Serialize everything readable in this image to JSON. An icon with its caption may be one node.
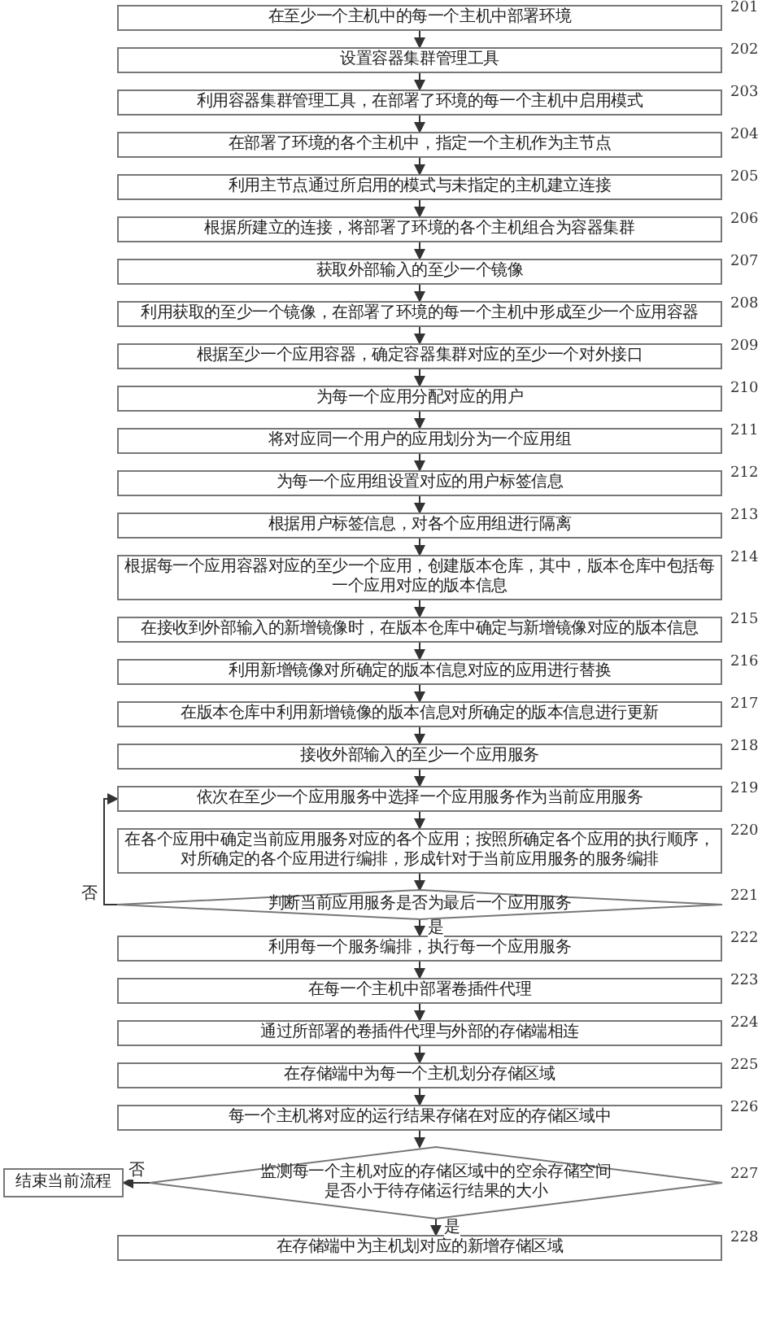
{
  "diagram": {
    "nodes": [
      {
        "text": [
          "在至少一个主机中的每一个主机中部署环境"
        ],
        "beside": [
          "201"
        ]
      },
      {
        "text": [
          "设置容器集群管理工具"
        ],
        "beside": [
          "202"
        ]
      },
      {
        "text": [
          "利用容器集群管理工具，在部署了环境的每一个主机中启用模式"
        ],
        "beside": [
          "203"
        ]
      },
      {
        "text": [
          "在部署了环境的各个主机中，指定一个主机作为主节点"
        ],
        "beside": [
          "204"
        ]
      },
      {
        "text": [
          "利用主节点通过所启用的模式与未指定的主机建立连接"
        ],
        "beside": [
          "205"
        ]
      },
      {
        "text": [
          "根据所建立的连接，将部署了环境的各个主机组合为容器集群"
        ],
        "beside": [
          "206"
        ]
      },
      {
        "text": [
          "获取外部输入的至少一个镜像"
        ],
        "beside": [
          "207"
        ]
      },
      {
        "text": [
          "利用获取的至少一个镜像，在部署了环境的每一个主机中形成至少一个应用容器"
        ],
        "beside": [
          "208"
        ]
      },
      {
        "text": [
          "根据至少一个应用容器，确定容器集群对应的至少一个对外接口"
        ],
        "beside": [
          "209"
        ]
      },
      {
        "text": [
          "为每一个应用分配对应的用户"
        ],
        "beside": [
          "210"
        ]
      },
      {
        "text": [
          "将对应同一个用户的应用划分为一个应用组"
        ],
        "beside": [
          "211"
        ]
      },
      {
        "text": [
          "为每一个应用组设置对应的用户标签信息"
        ],
        "beside": [
          "212"
        ]
      },
      {
        "text": [
          "根据用户标签信息，对各个应用组进行隔离"
        ],
        "beside": [
          "213"
        ]
      },
      {
        "text": [
          "根据每一个应用容器对应的至少一个应用，创建版本仓库，其中，版本仓库中包括每一个应用对应的版本信息"
        ],
        "beside": [
          "214"
        ]
      },
      {
        "text": [
          "在接收到外部输入的新增镜像时，在版本仓库中确定与新增镜像对应的版本信息"
        ],
        "beside": [
          "215"
        ]
      },
      {
        "text": [
          "利用新增镜像对所确定的版本信息对应的应用进行替换"
        ],
        "beside": [
          "216"
        ]
      },
      {
        "text": [
          "在版本仓库中利用新增镜像的版本信息对所确定的版本信息进行更新"
        ],
        "beside": [
          "217"
        ]
      },
      {
        "text": [
          "接收外部输入的至少一个应用服务"
        ],
        "beside": [
          "218"
        ]
      },
      {
        "text": [
          "依次在至少一个应用服务中选择一个应用服务作为当前应用服务"
        ],
        "beside": [
          "219"
        ]
      },
      {
        "text": [
          "在各个应用中确定当前应用服务对应的各个应用；按照所确定各个应用的执行顺序，对所确定的各个应用进行编排，形成针对于当前应用服务的服务编排"
        ],
        "beside": [
          "220"
        ]
      },
      {
        "text": [
          "判断当前应用服务是否为最后一个应用服务"
        ],
        "beside": [
          "221"
        ]
      },
      {
        "text": [
          "利用每一个服务编排，执行每一个应用服务"
        ],
        "beside": [
          "222"
        ]
      },
      {
        "text": [
          "在每一个主机中部署卷插件代理"
        ],
        "beside": [
          "223"
        ]
      },
      {
        "text": [
          "通过所部署的卷插件代理与外部的存储端相连"
        ],
        "beside": [
          "224"
        ]
      },
      {
        "text": [
          "在存储端中为每一个主机划分存储区域"
        ],
        "beside": [
          "225"
        ]
      },
      {
        "text": [
          "每一个主机将对应的运行结果存储在对应的存储区域中"
        ],
        "beside": [
          "226"
        ]
      },
      {
        "text": [
          "监测每一个主机对应的存储区域中的空余存储空间是否小于待存储运行结果的大小"
        ],
        "beside": [
          "227"
        ]
      },
      {
        "text": [
          "在存储端中为主机划对应的新增存储区域"
        ],
        "beside": [
          "228"
        ]
      },
      {
        "text": [
          "结束当前流程"
        ]
      }
    ],
    "edges": [
      {
        "from": 0,
        "to": 1,
        "arrow": "to"
      },
      {
        "from": 1,
        "to": 2,
        "arrow": "to"
      },
      {
        "from": 2,
        "to": 3,
        "arrow": "to"
      },
      {
        "from": 3,
        "to": 4,
        "arrow": "to"
      },
      {
        "from": 4,
        "to": 5,
        "arrow": "to"
      },
      {
        "from": 5,
        "to": 6,
        "arrow": "to"
      },
      {
        "from": 6,
        "to": 7,
        "arrow": "to"
      },
      {
        "from": 7,
        "to": 8,
        "arrow": "to"
      },
      {
        "from": 8,
        "to": 9,
        "arrow": "to"
      },
      {
        "from": 9,
        "to": 10,
        "arrow": "to"
      },
      {
        "from": 10,
        "to": 11,
        "arrow": "to"
      },
      {
        "from": 11,
        "to": 12,
        "arrow": "to"
      },
      {
        "from": 12,
        "to": 13,
        "arrow": "to"
      },
      {
        "from": 13,
        "to": 14,
        "arrow": "to"
      },
      {
        "from": 14,
        "to": 15,
        "arrow": "to"
      },
      {
        "from": 15,
        "to": 16,
        "arrow": "to"
      },
      {
        "from": 16,
        "to": 17,
        "arrow": "to"
      },
      {
        "from": 17,
        "to": 18,
        "arrow": "to"
      },
      {
        "from": 18,
        "to": 19,
        "arrow": "to"
      },
      {
        "from": 19,
        "to": 20,
        "arrow": "to"
      },
      {
        "from": 20,
        "to": 18,
        "arrow": "to",
        "label": "否"
      },
      {
        "from": 20,
        "to": 21,
        "arrow": "to",
        "label": "是"
      },
      {
        "from": 21,
        "to": 22,
        "arrow": "to"
      },
      {
        "from": 22,
        "to": 23,
        "arrow": "to"
      },
      {
        "from": 23,
        "to": 24,
        "arrow": "to"
      },
      {
        "from": 24,
        "to": 25,
        "arrow": "to"
      },
      {
        "from": 25,
        "to": 26,
        "arrow": "to"
      },
      {
        "from": 26,
        "to": 28,
        "arrow": "to",
        "label": "否"
      },
      {
        "from": 26,
        "to": 27,
        "arrow": "to",
        "label": "是"
      }
    ]
  }
}
